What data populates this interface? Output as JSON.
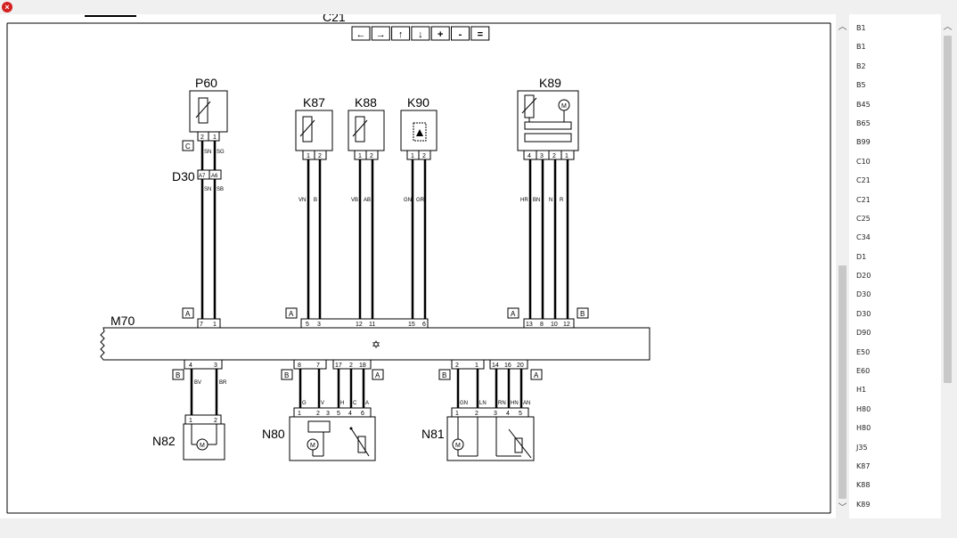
{
  "window": {
    "close_icon": "close-icon"
  },
  "toolbar": {
    "buttons": [
      "←",
      "→",
      "↑",
      "↓",
      "+",
      "-",
      "="
    ]
  },
  "diagram": {
    "header_label": "C21",
    "module": {
      "name": "M70"
    },
    "components": {
      "P60": "P60",
      "K87": "K87",
      "K88": "K88",
      "K90": "K90",
      "K89": "K89",
      "N82": "N82",
      "N80": "N80",
      "N81": "N81",
      "D30": "D30"
    },
    "connectors": {
      "A": "A",
      "B": "B",
      "C": "C"
    },
    "p60": {
      "pins": [
        "2",
        "1"
      ],
      "wires": [
        "SN",
        "SG"
      ],
      "d30_pins": [
        "A7",
        "A6"
      ],
      "d30_wires": [
        "SN",
        "SB"
      ],
      "m70_pins": [
        "7",
        "1"
      ]
    },
    "k87": {
      "pins": [
        "1",
        "2"
      ],
      "wires": [
        "VN",
        "B"
      ],
      "m70_pins": [
        "5",
        "3"
      ]
    },
    "k88": {
      "pins": [
        "1",
        "2"
      ],
      "wires": [
        "VB",
        "AB"
      ],
      "m70_pins": [
        "12",
        "11"
      ]
    },
    "k90": {
      "pins": [
        "1",
        "2"
      ],
      "wires": [
        "GN",
        "GR"
      ],
      "m70_pins": [
        "15",
        "6"
      ]
    },
    "k89": {
      "pins": [
        "4",
        "3",
        "2",
        "1"
      ],
      "wires": [
        "HR",
        "BN",
        "N",
        "R"
      ],
      "m70_pins": [
        "13",
        "8",
        "10",
        "12"
      ]
    },
    "n82": {
      "m70_pins": [
        "4",
        "3"
      ],
      "wires": [
        "BV",
        "BR"
      ],
      "pins": [
        "1",
        "2"
      ]
    },
    "n80": {
      "m70_pins": [
        "8",
        "7",
        "17",
        "2",
        "18"
      ],
      "wires": [
        "G",
        "V",
        "H",
        "C",
        "A"
      ],
      "pins": [
        "1",
        "2",
        "3",
        "5",
        "4",
        "6"
      ]
    },
    "n81": {
      "m70_pins": [
        "2",
        "1",
        "14",
        "16",
        "20"
      ],
      "wires": [
        "GN",
        "LN",
        "RN",
        "HN",
        "AN"
      ],
      "pins": [
        "1",
        "2",
        "3",
        "4",
        "5"
      ]
    }
  },
  "sidebar": {
    "items": [
      "B1",
      "B1",
      "B2",
      "B5",
      "B45",
      "B65",
      "B99",
      "C10",
      "C21",
      "C21",
      "C25",
      "C34",
      "D1",
      "D20",
      "D30",
      "D30",
      "D90",
      "E50",
      "E60",
      "H1",
      "H80",
      "H80",
      "J35",
      "K87",
      "K88",
      "K89"
    ]
  }
}
